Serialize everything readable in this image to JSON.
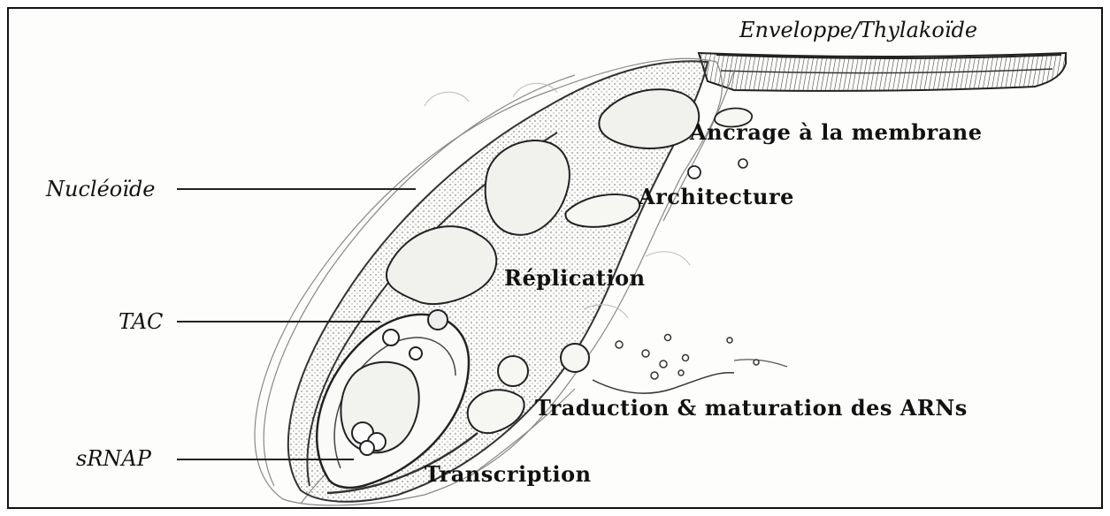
{
  "labels": {
    "envelope": "Enveloppe/Thylakoïde",
    "anchoring": "Ancrage à la membrane",
    "nucleoid": "Nucléoïde",
    "architecture": "Architecture",
    "replication": "Réplication",
    "tac": "TAC",
    "translation": "Traduction & maturation des ARNs",
    "srnap": "sRNAP",
    "transcription": "Transcription"
  }
}
